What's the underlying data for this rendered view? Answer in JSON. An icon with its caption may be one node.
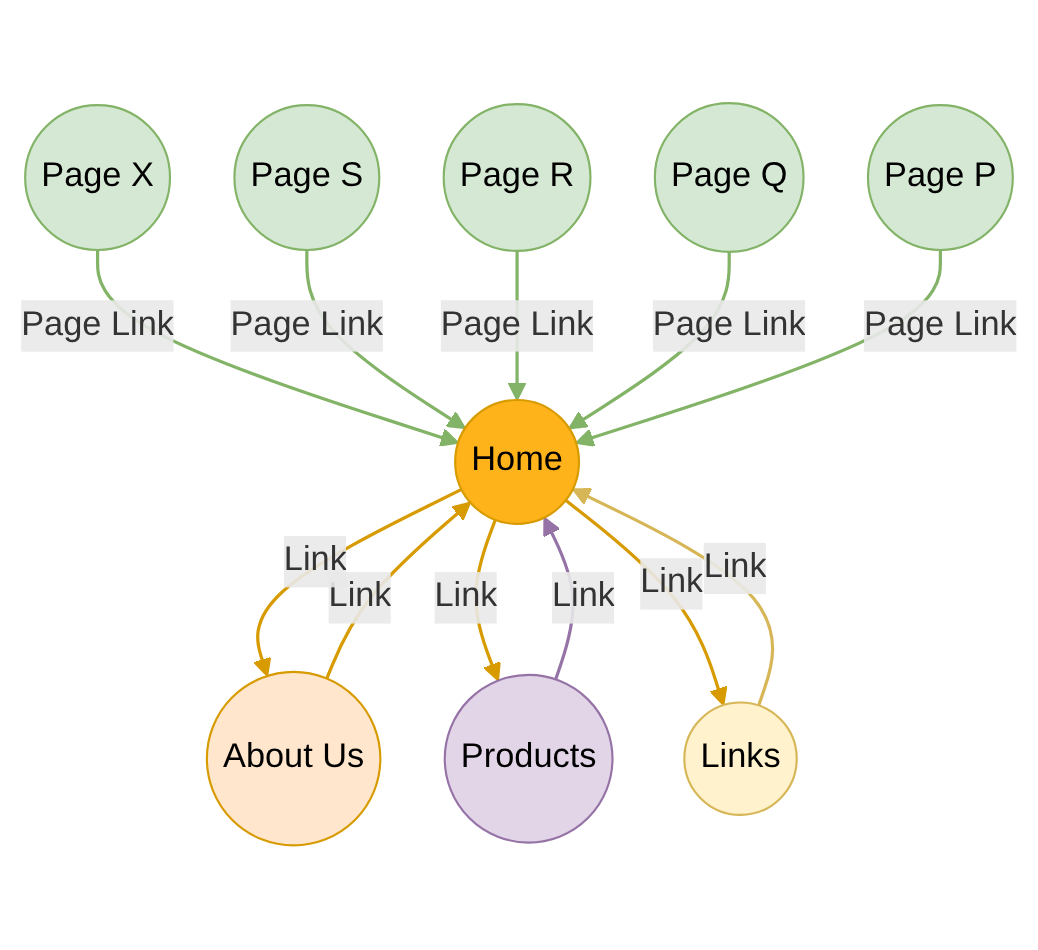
{
  "diagram": {
    "nodes": [
      {
        "text": [
          "Page S"
        ]
      },
      {
        "text": [
          "Page X"
        ]
      },
      {
        "text": [
          "Page R"
        ]
      },
      {
        "text": [
          "Page Q"
        ]
      },
      {
        "text": [
          "Home"
        ]
      },
      {
        "text": [
          "About Us"
        ]
      },
      {
        "text": [
          "Page P"
        ]
      },
      {
        "text": [
          "Links"
        ]
      },
      {
        "text": [
          "Products"
        ]
      }
    ],
    "edges": [
      {
        "from": 1,
        "to": 4,
        "arrow": "to",
        "label": "Page Link"
      },
      {
        "from": 0,
        "to": 4,
        "arrow": "to",
        "label": "Page Link"
      },
      {
        "from": 2,
        "to": 4,
        "arrow": "to",
        "label": "Page Link"
      },
      {
        "from": 3,
        "to": 4,
        "arrow": "to",
        "label": "Page Link"
      },
      {
        "from": 6,
        "to": 4,
        "arrow": "to",
        "label": "Page Link"
      },
      {
        "from": 5,
        "to": 4,
        "arrow": "to",
        "label": "Link",
        "color": "#d79b00"
      },
      {
        "from": 4,
        "to": 5,
        "arrow": "to",
        "label": "Link",
        "color": "#d79b00"
      },
      {
        "from": 8,
        "to": 4,
        "arrow": "to",
        "label": "Link",
        "color": "#9673a6"
      },
      {
        "from": 4,
        "to": 8,
        "arrow": "to",
        "label": "Link",
        "color": "#d79b00"
      },
      {
        "from": 7,
        "to": 4,
        "arrow": "to",
        "label": "Link",
        "color": "#d6b656"
      },
      {
        "from": 4,
        "to": 7,
        "arrow": "to",
        "label": "Link",
        "color": "#d79b00"
      }
    ]
  }
}
